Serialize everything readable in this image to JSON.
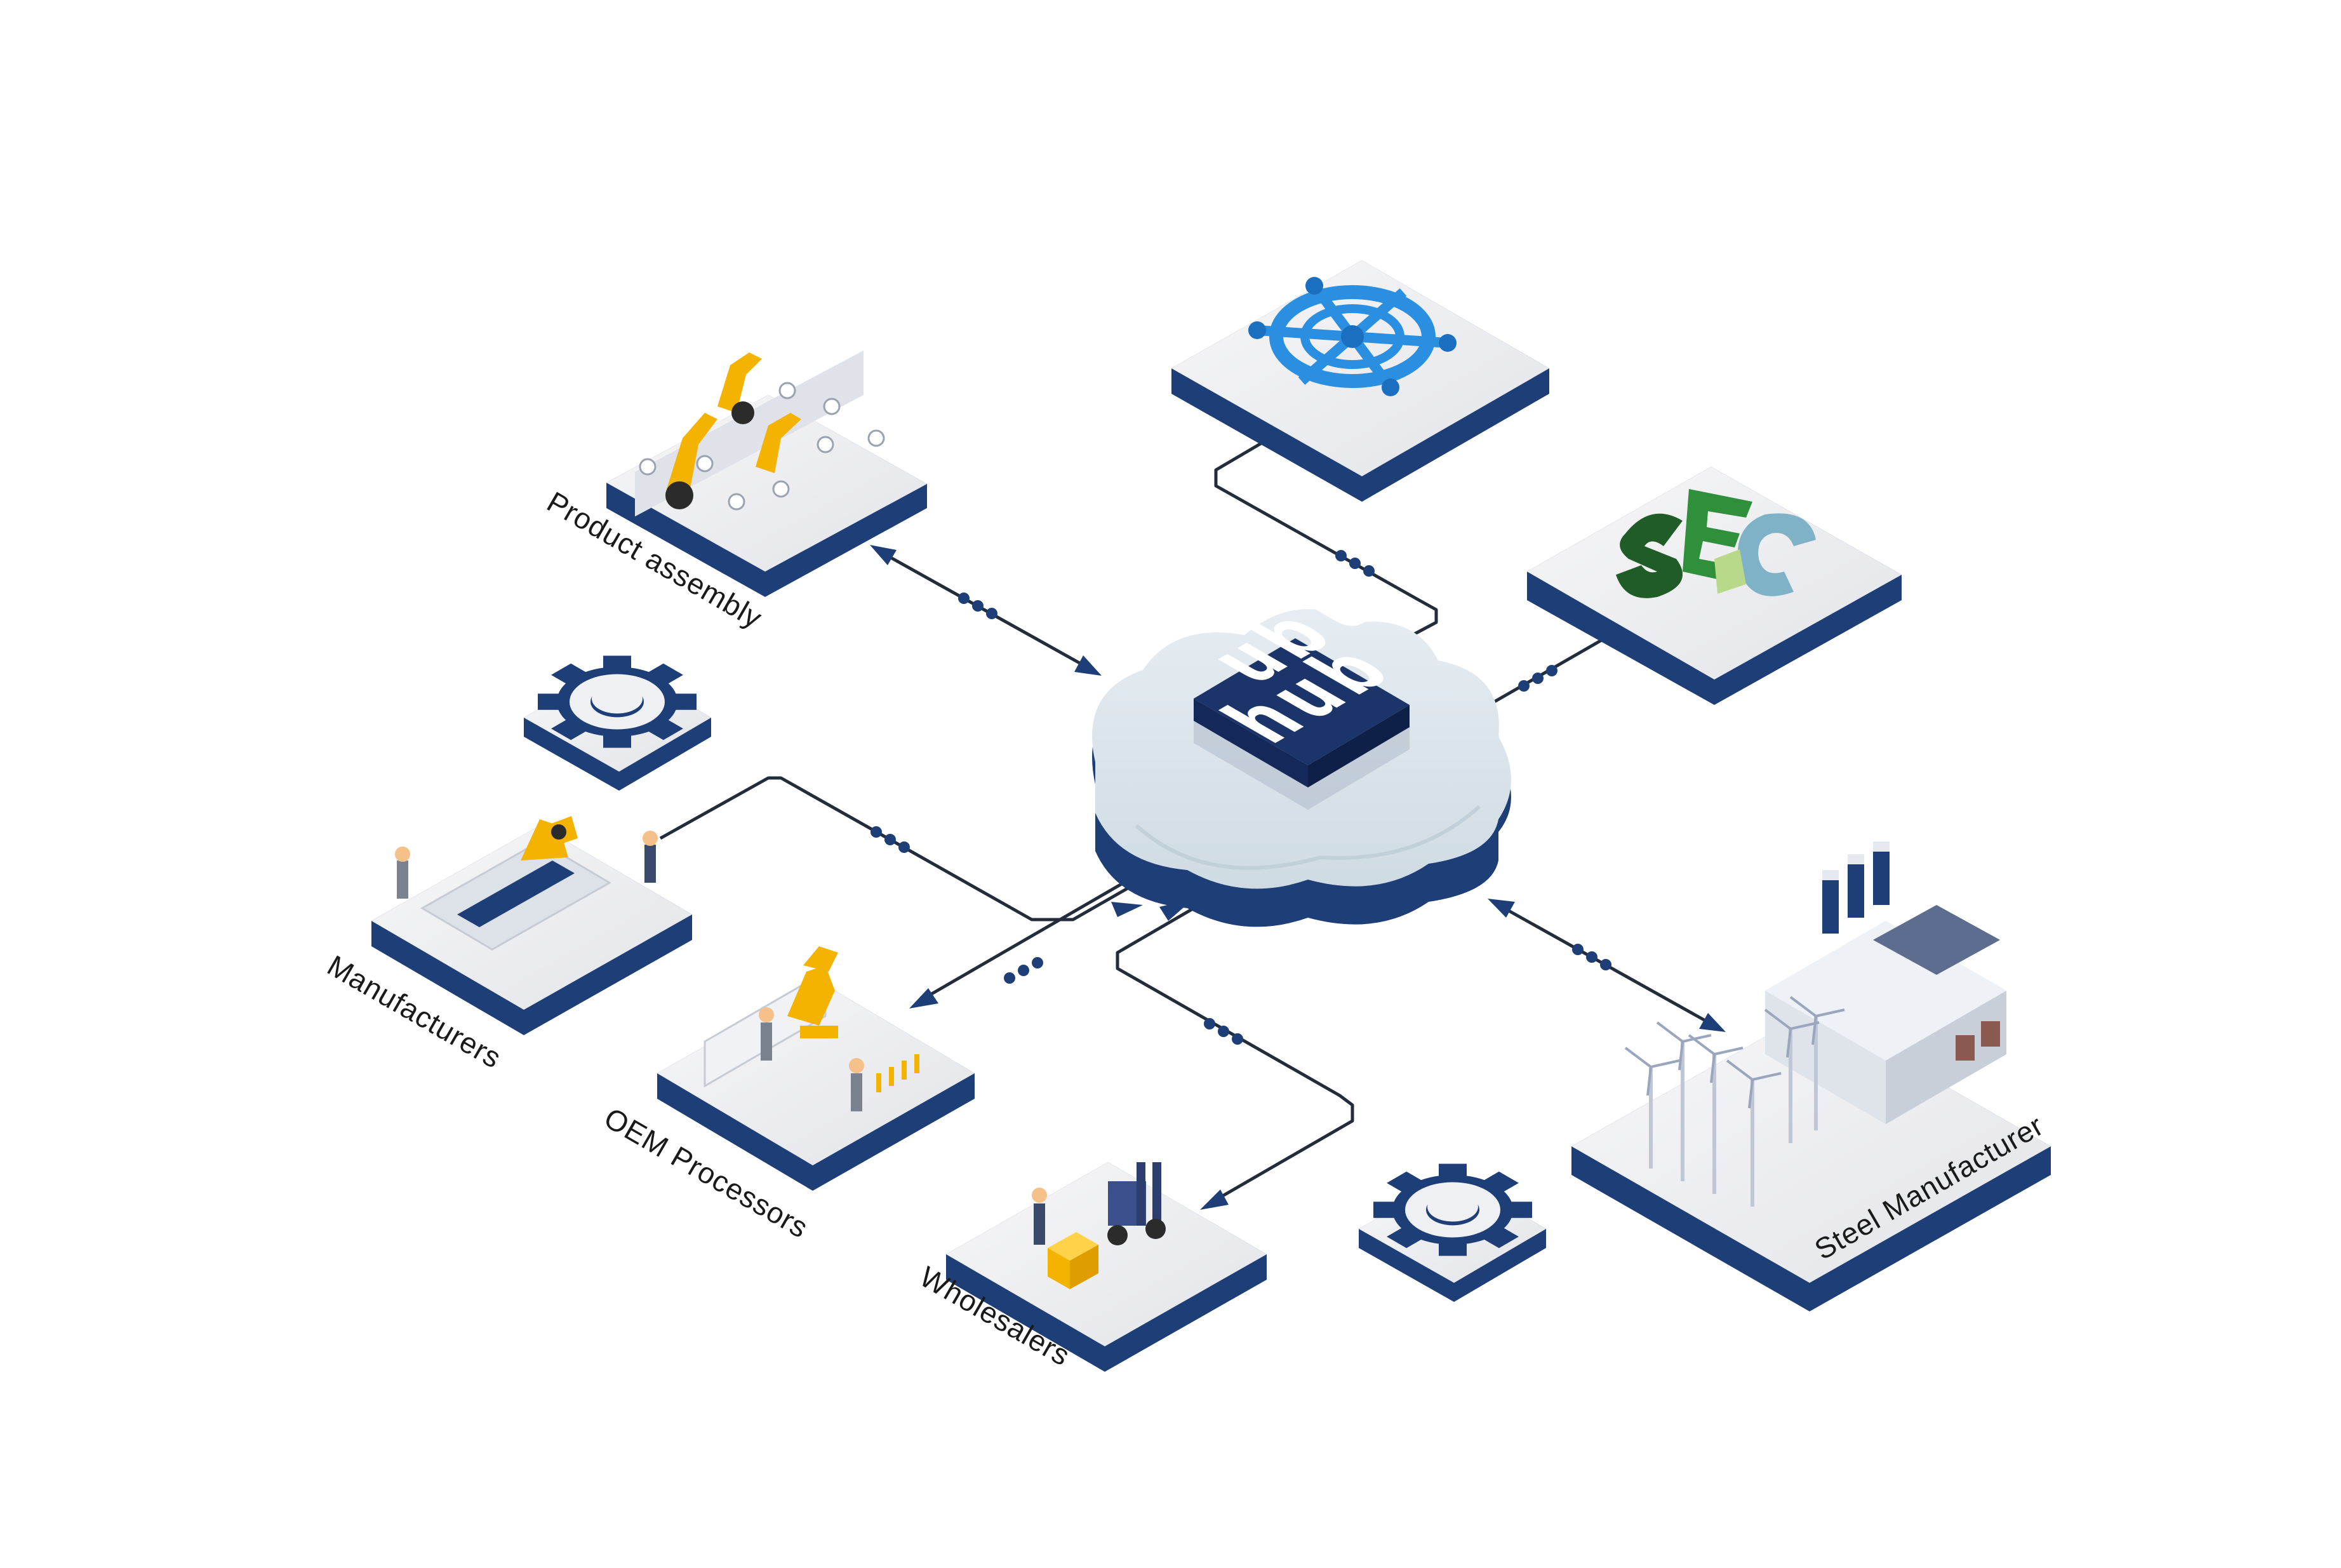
{
  "hub": {
    "logo_line1": "ubl",
    "logo_line2": "hub"
  },
  "nodes": [
    {
      "id": "product-assembly",
      "label": "Product assembly"
    },
    {
      "id": "manufacturers",
      "label": "Manufacturers"
    },
    {
      "id": "oem-processors",
      "label": "OEM Processors"
    },
    {
      "id": "wholesalers",
      "label": "Wholesalers"
    },
    {
      "id": "steel-manufacturer",
      "label": "Steel Manufacturer"
    },
    {
      "id": "network-wheel",
      "label": ""
    },
    {
      "id": "esg",
      "label": ""
    }
  ],
  "icons": {
    "gear": "gear-icon",
    "wheel": "network-wheel-icon",
    "esg": "esg-letters-icon",
    "cloud": "cloud-icon"
  },
  "colors": {
    "platform_top": "#ececef",
    "platform_side": "#1e3e78",
    "hub_box": "#1b3469",
    "cloud": "#d7e1e8",
    "accent_yellow": "#f5b301",
    "wheel_blue": "#2a8fe0",
    "esg_green": "#2f8f3a"
  }
}
